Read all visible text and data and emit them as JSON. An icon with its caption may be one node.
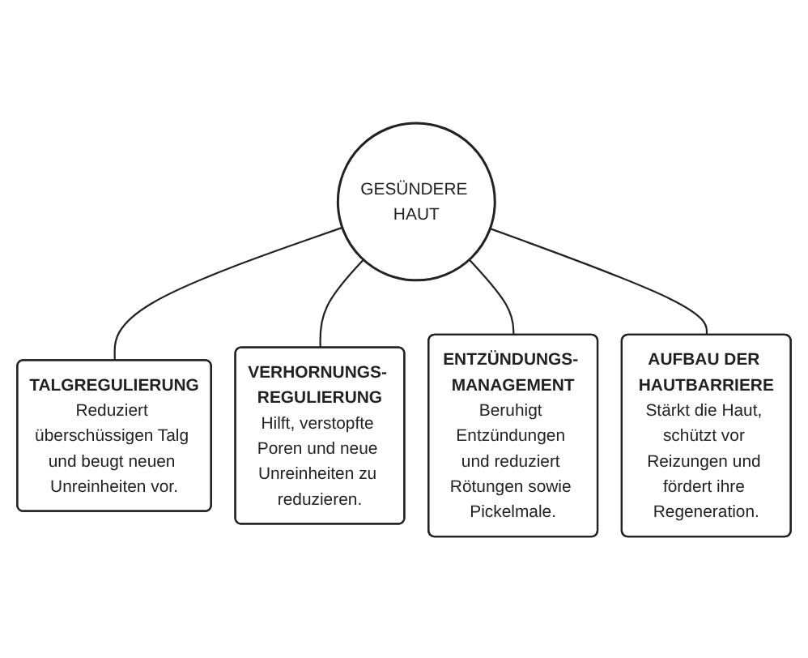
{
  "diagram": {
    "nodes": [
      {
        "text": [
          "GESÜNDERE HAUT"
        ]
      },
      {
        "text": [
          "TALGREGULIERUNG",
          "Reduziert überschüssigen Talg und beugt neuen Unreinheiten vor."
        ]
      },
      {
        "text": [
          "VERHORNUNGS- REGULIERUNG",
          "Hilft, verstopfte Poren und neue Unreinheiten zu reduzieren."
        ]
      },
      {
        "text": [
          "ENTZÜNDUNGS- MANAGEMENT",
          "Beruhigt Entzündungen und reduziert Rötungen sowie Pickelmale."
        ]
      },
      {
        "text": [
          "AUFBAU DER HAUTBARRIERE",
          "Stärkt die Haut, schützt vor Reizungen und fördert ihre Regeneration."
        ]
      }
    ],
    "edges": [
      {
        "from": 0,
        "to": 1,
        "arrow": "none"
      },
      {
        "from": 0,
        "to": 2,
        "arrow": "none"
      },
      {
        "from": 0,
        "to": 3,
        "arrow": "none"
      },
      {
        "from": 0,
        "to": 4,
        "arrow": "none"
      }
    ]
  }
}
